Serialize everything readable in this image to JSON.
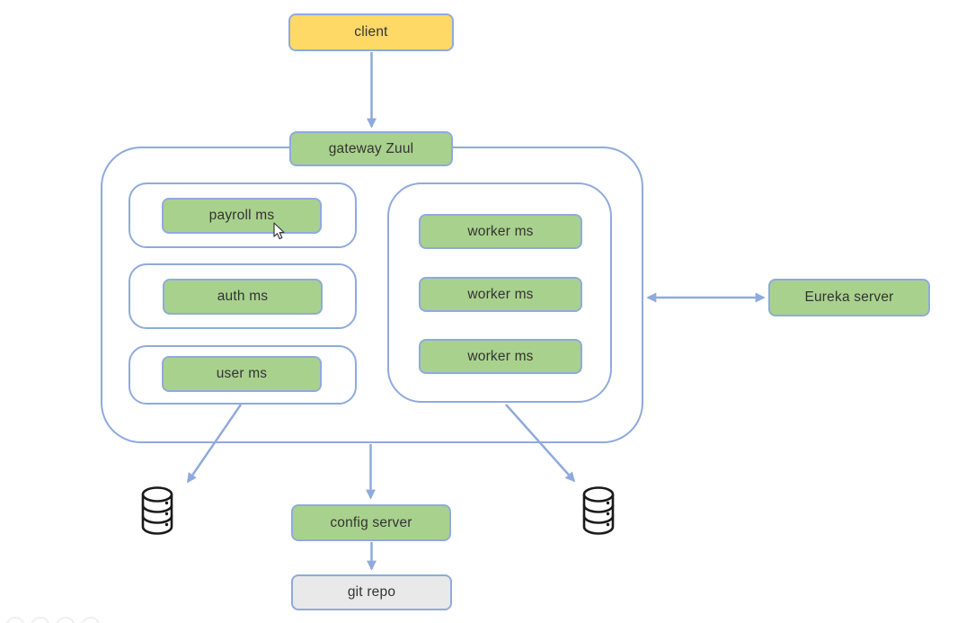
{
  "diagram_type": "microservices-architecture",
  "colors": {
    "box_border": "#8FAADC",
    "arrow": "#8FAADC",
    "green_fill": "#A9D18E",
    "yellow_fill": "#FFD966",
    "gray_fill": "#E9E9E9",
    "text": "#333333",
    "database_icon_stroke": "#1A1A1A"
  },
  "nodes": {
    "client": "client",
    "gateway": "gateway Zuul",
    "payroll": "payroll ms",
    "auth": "auth ms",
    "user": "user ms",
    "worker1": "worker ms",
    "worker2": "worker ms",
    "worker3": "worker ms",
    "eureka": "Eureka server",
    "config": "config server",
    "git": "git repo"
  },
  "icons": {
    "left_database": "database-icon",
    "right_database": "database-icon",
    "pointer": "mouse-cursor-icon"
  },
  "edges": [
    {
      "from": "client",
      "to": "gateway Zuul",
      "style": "single-arrow-down"
    },
    {
      "from": "microservices container",
      "to": "Eureka server",
      "style": "double-headed-arrow"
    },
    {
      "from": "user ms container",
      "to": "left database",
      "style": "diagonal-arrow"
    },
    {
      "from": "microservices container",
      "to": "config server",
      "style": "single-arrow-down"
    },
    {
      "from": "worker container",
      "to": "right database",
      "style": "diagonal-arrow"
    },
    {
      "from": "config server",
      "to": "git repo",
      "style": "single-arrow-down"
    }
  ]
}
